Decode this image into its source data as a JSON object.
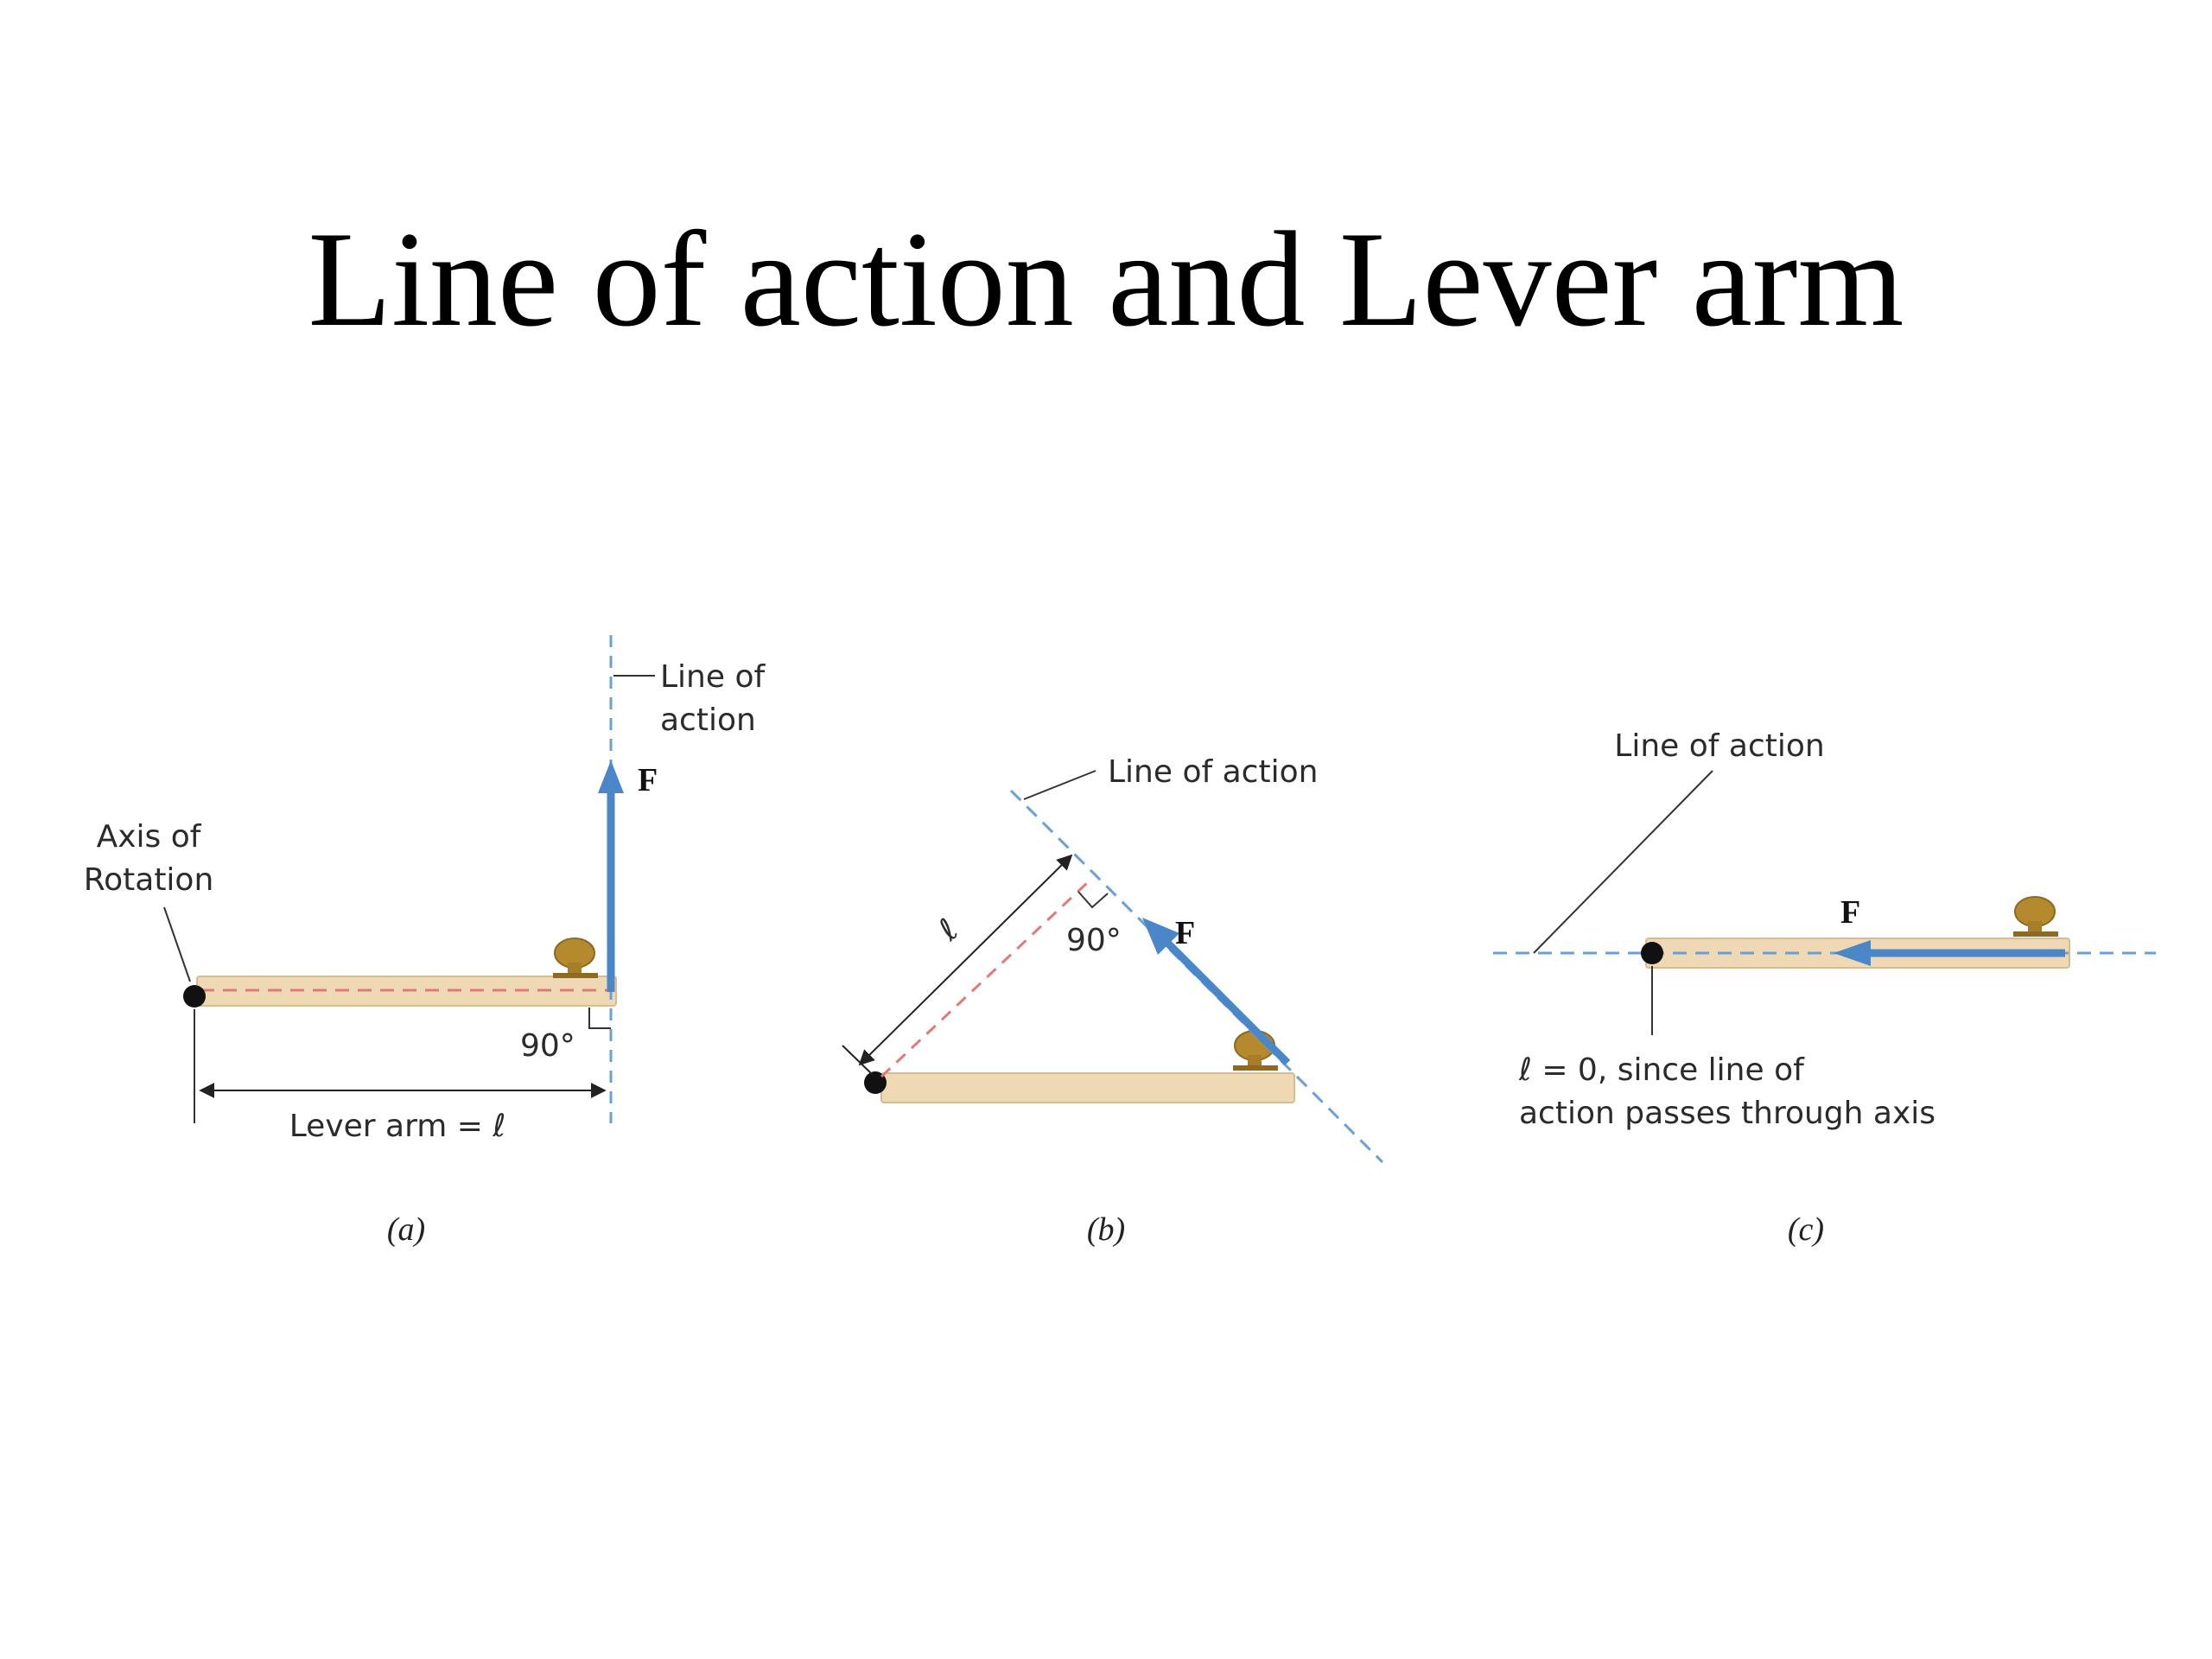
{
  "title": "Line of action and Lever arm",
  "colors": {
    "force": "#4a86c8",
    "line_of_action": "#6aa0d8",
    "lever_dashed": "#e07a7a",
    "board": "#efd8b4",
    "board_edge": "#d8bc8f",
    "knob": "#b58a2e"
  },
  "panel_a": {
    "line_of_action": "Line of\naction",
    "force": "F",
    "axis": "Axis of\nRotation",
    "angle": "90°",
    "lever_arm": "Lever arm = ℓ",
    "caption": "(a)"
  },
  "panel_b": {
    "line_of_action": "Line of action",
    "lever_arm_symbol": "ℓ",
    "angle": "90°",
    "force": "F",
    "caption": "(b)"
  },
  "panel_c": {
    "line_of_action": "Line of action",
    "force": "F",
    "note": "ℓ = 0, since line of\naction passes through axis",
    "caption": "(c)"
  }
}
